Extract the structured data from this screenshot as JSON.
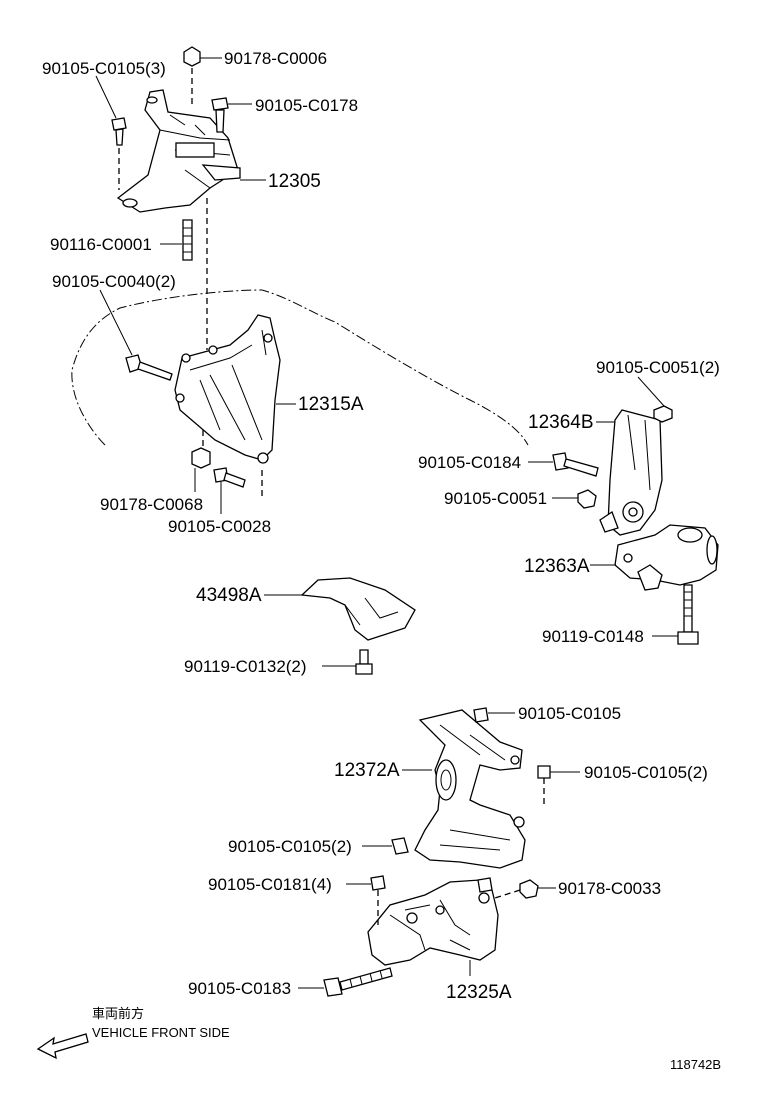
{
  "labels": {
    "l1": "90105-C0105(3)",
    "l2": "90178-C0006",
    "l3": "90105-C0178",
    "l4": "12305",
    "l5": "90116-C0001",
    "l6": "90105-C0040(2)",
    "l7": "12315A",
    "l8": "90178-C0068",
    "l9": "90105-C0028",
    "l10": "90105-C0051(2)",
    "l11": "12364B",
    "l12": "90105-C0184",
    "l13": "90105-C0051",
    "l14": "12363A",
    "l15": "90119-C0148",
    "l16": "43498A",
    "l17": "90119-C0132(2)",
    "l18": "90105-C0105",
    "l19": "12372A",
    "l20": "90105-C0105(2)",
    "l21": "90105-C0105(2)",
    "l22": "90105-C0181(4)",
    "l23": "90178-C0033",
    "l24": "90105-C0183",
    "l25": "12325A"
  },
  "front_note": {
    "jp": "車両前方",
    "en": "VEHICLE FRONT SIDE"
  },
  "diagram_id": "118742B"
}
